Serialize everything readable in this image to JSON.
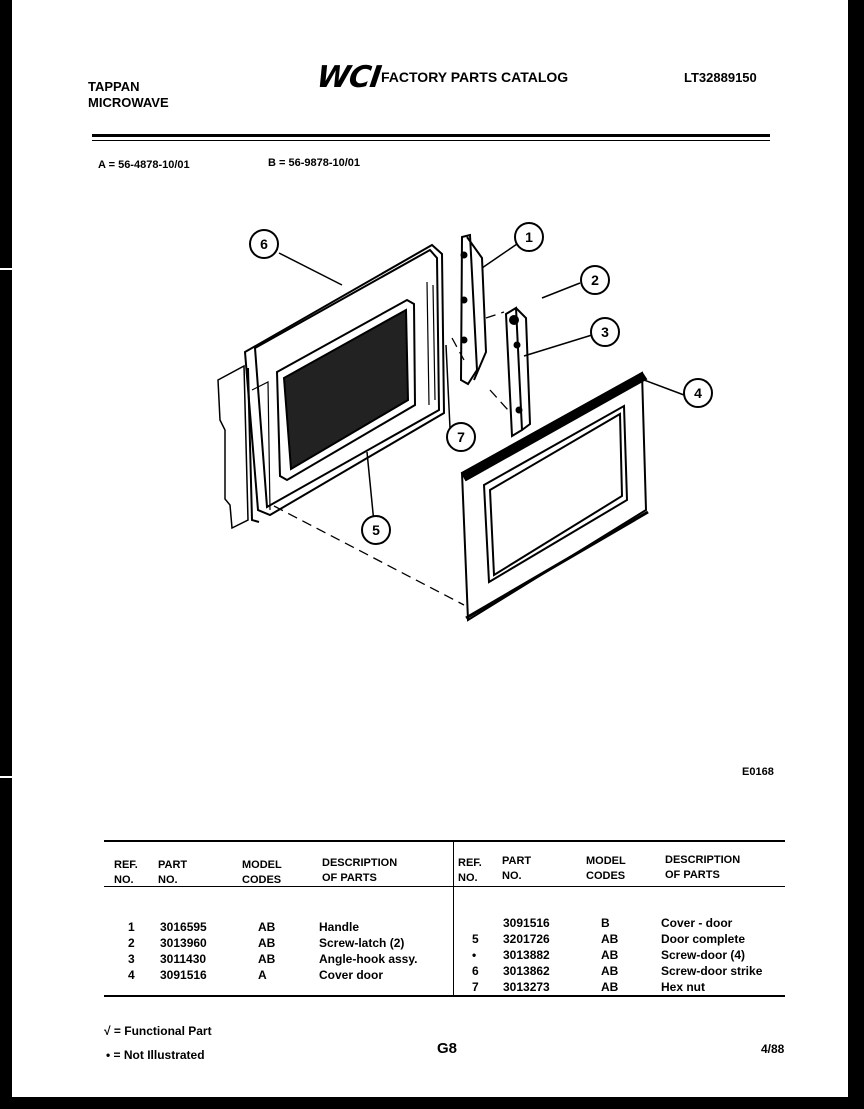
{
  "header": {
    "brand_line1": "TAPPAN",
    "brand_line2": "MICROWAVE",
    "logo": "WCI",
    "catalog_title": "FACTORY PARTS CATALOG",
    "catalog_number": "LT32889150"
  },
  "models": {
    "a": "A = 56-4878-10/01",
    "b": "B = 56-9878-10/01"
  },
  "diagram": {
    "callouts": [
      "1",
      "2",
      "3",
      "4",
      "5",
      "6",
      "7"
    ],
    "figure_id": "E0168"
  },
  "table": {
    "headers": {
      "ref": [
        "REF.",
        "NO."
      ],
      "part": [
        "PART",
        "NO."
      ],
      "model": [
        "MODEL",
        "CODES"
      ],
      "desc": [
        "DESCRIPTION",
        "OF PARTS"
      ]
    },
    "left_rows": [
      {
        "ref": "1",
        "part": "3016595",
        "codes": "AB",
        "desc": "Handle"
      },
      {
        "ref": "2",
        "part": "3013960",
        "codes": "AB",
        "desc": "Screw-latch (2)"
      },
      {
        "ref": "3",
        "part": "3011430",
        "codes": "AB",
        "desc": "Angle-hook assy."
      },
      {
        "ref": "4",
        "part": "3091516",
        "codes": "A",
        "desc": "Cover door"
      }
    ],
    "right_rows": [
      {
        "ref": "",
        "part": "3091516",
        "codes": "B",
        "desc": "Cover - door"
      },
      {
        "ref": "5",
        "part": "3201726",
        "codes": "AB",
        "desc": "Door complete"
      },
      {
        "ref": "•",
        "part": "3013882",
        "codes": "AB",
        "desc": "Screw-door (4)"
      },
      {
        "ref": "6",
        "part": "3013862",
        "codes": "AB",
        "desc": "Screw-door strike"
      },
      {
        "ref": "7",
        "part": "3013273",
        "codes": "AB",
        "desc": "Hex nut"
      }
    ]
  },
  "footer": {
    "legend_functional": "√ = Functional Part",
    "legend_not_illustrated": "• = Not Illustrated",
    "page_code": "G8",
    "date": "4/88"
  }
}
